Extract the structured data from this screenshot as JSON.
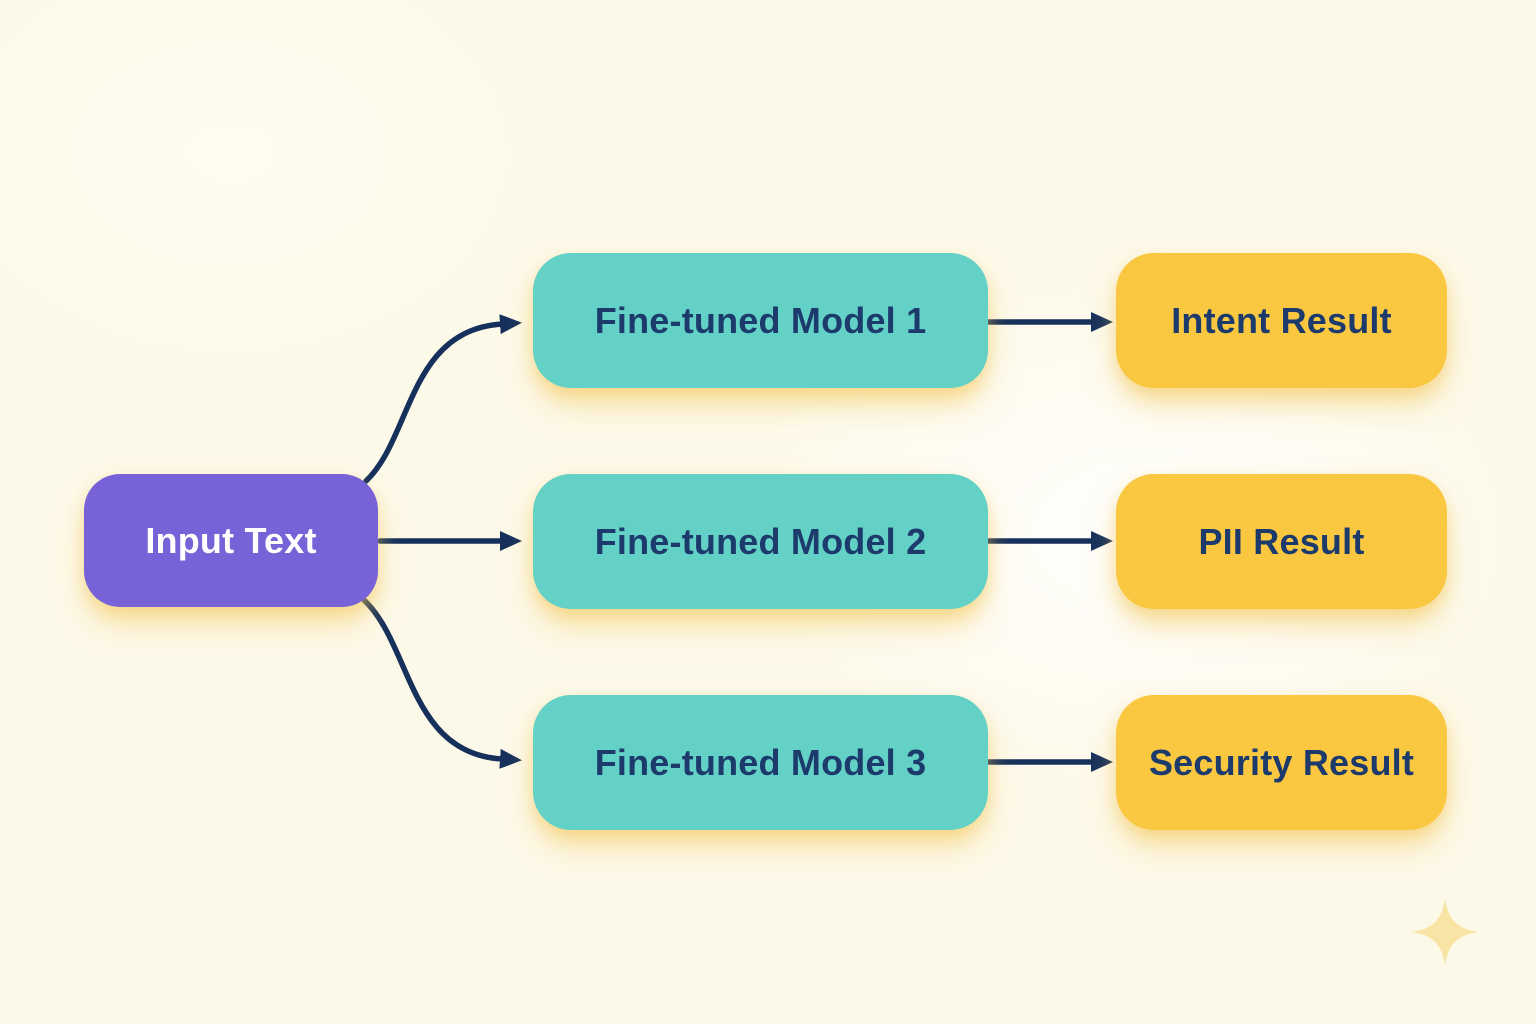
{
  "flow": {
    "type": "flowchart",
    "description": "Input text fanned out to three fine-tuned models, each producing a separate result",
    "input_node": {
      "label": "Input Text"
    },
    "rows": [
      {
        "model": "Fine-tuned Model 1",
        "result": "Intent Result"
      },
      {
        "model": "Fine-tuned Model 2",
        "result": "PII Result"
      },
      {
        "model": "Fine-tuned Model 3",
        "result": "Security Result"
      }
    ],
    "connections": [
      {
        "from": "Input Text",
        "to": "Fine-tuned Model 1",
        "style": "curved-arrow"
      },
      {
        "from": "Input Text",
        "to": "Fine-tuned Model 2",
        "style": "straight-arrow"
      },
      {
        "from": "Input Text",
        "to": "Fine-tuned Model 3",
        "style": "curved-arrow"
      },
      {
        "from": "Fine-tuned Model 1",
        "to": "Intent Result",
        "style": "straight-arrow"
      },
      {
        "from": "Fine-tuned Model 2",
        "to": "PII Result",
        "style": "straight-arrow"
      },
      {
        "from": "Fine-tuned Model 3",
        "to": "Security Result",
        "style": "straight-arrow"
      }
    ],
    "colors": {
      "background": "#FDF9E9",
      "input_bg": "#7862D8",
      "input_text": "#FFFFFF",
      "model_bg": "#63D1C6",
      "result_bg": "#F9C840",
      "node_text": "#1C3A6B",
      "arrow": "#16305C",
      "glow_shadow": "#F3C450",
      "sparkle": "#F8E4A4"
    }
  },
  "decorations": {
    "sparkle_icon": "four-pointed-sparkle"
  }
}
